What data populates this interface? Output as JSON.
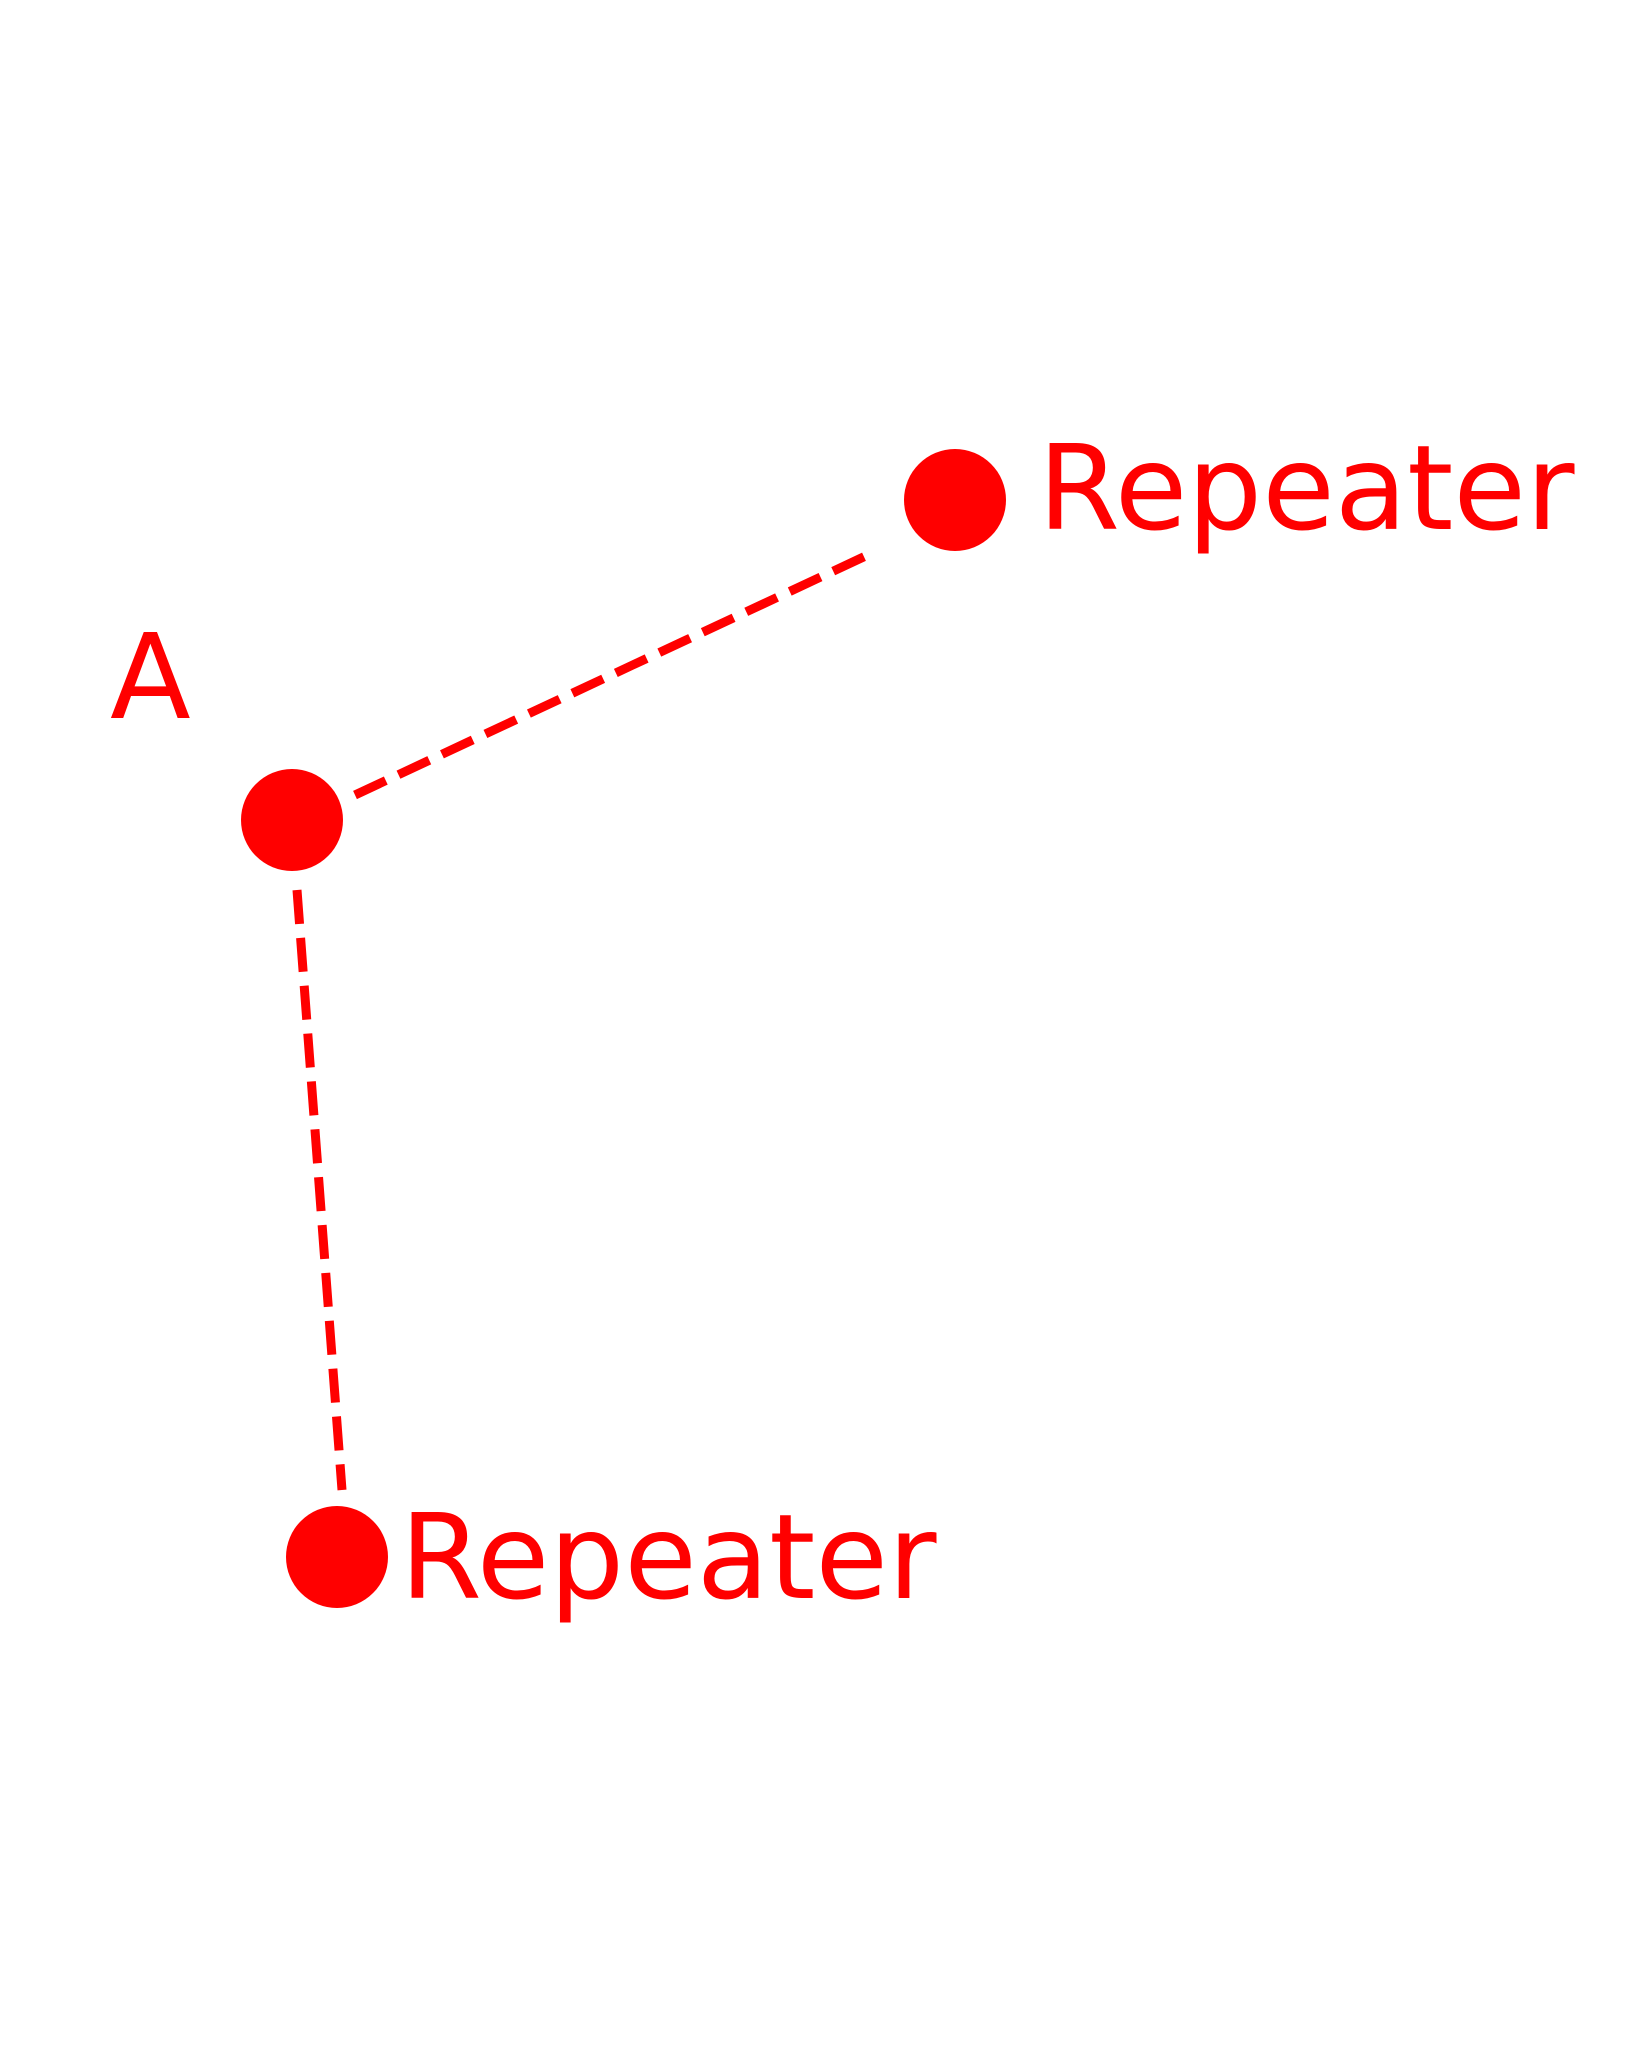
{
  "diagram": {
    "color": "#ff0000",
    "background": "#ffffff",
    "nodes": {
      "a": {
        "label": "A"
      },
      "repeater_top": {
        "label": "Repeater"
      },
      "repeater_bottom": {
        "label": "Repeater"
      }
    },
    "links": [
      {
        "from": "a",
        "to": "repeater_top",
        "style": "dashed"
      },
      {
        "from": "a",
        "to": "repeater_bottom",
        "style": "dashed"
      }
    ]
  }
}
